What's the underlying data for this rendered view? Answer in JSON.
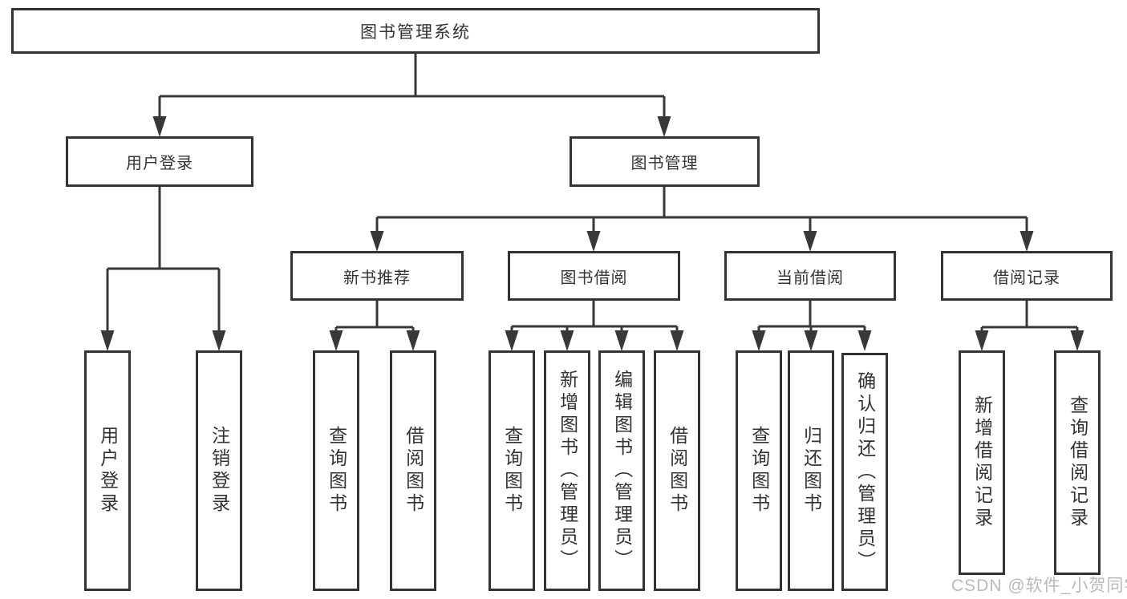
{
  "diagram_title": "图书管理系统",
  "nodes": {
    "root": "图书管理系统",
    "l2": [
      "用户登录",
      "图书管理"
    ],
    "l3": [
      "新书推荐",
      "图书借阅",
      "当前借阅",
      "借阅记录"
    ],
    "login_children": [
      "用户登录",
      "注销登录"
    ],
    "recommend_children": [
      "查询图书",
      "借阅图书"
    ],
    "borrow_children": [
      "查询图书",
      "新增图书（管理员）",
      "编辑图书（管理员）",
      "借阅图书"
    ],
    "current_children": [
      "查询图书",
      "归还图书",
      "确认归还（管理员）"
    ],
    "records_children": [
      "新增借阅记录",
      "查询借阅记录"
    ]
  },
  "watermark": "CSDN @软件_小贺同学",
  "colors": {
    "line": "#383838",
    "box_border": "#333333",
    "text": "#333333",
    "background": "#ffffff",
    "watermark": "#b9b9b9"
  }
}
